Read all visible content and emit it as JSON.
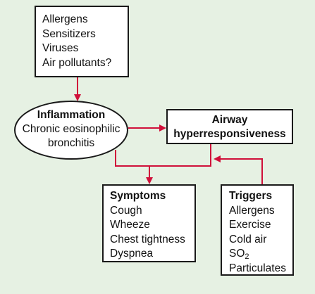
{
  "sources": {
    "items": [
      "Allergens",
      "Sensitizers",
      "Viruses",
      "Air pollutants?"
    ]
  },
  "inflammation": {
    "title": "Inflammation",
    "lines": [
      "Chronic eosinophilic",
      "bronchitis"
    ]
  },
  "airway": {
    "lines": [
      "Airway",
      "hyperresponsiveness"
    ]
  },
  "symptoms": {
    "title": "Symptoms",
    "items": [
      "Cough",
      "Wheeze",
      "Chest tightness",
      "Dyspnea"
    ]
  },
  "triggers": {
    "title": "Triggers",
    "items": [
      "Allergens",
      "Exercise",
      "Cold air",
      "SO",
      "Particulates"
    ],
    "so2_subscript": "2"
  },
  "colors": {
    "background": "#e6f1e3",
    "arrow": "#d0103a",
    "box_border": "#1a1a1a"
  }
}
